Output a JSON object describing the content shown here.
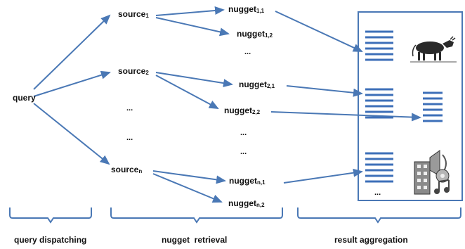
{
  "nodes": {
    "query": "query",
    "source1": {
      "base": "source",
      "sub": "1"
    },
    "source2": {
      "base": "source",
      "sub": "2"
    },
    "sourceN": {
      "base": "source",
      "sub": "n"
    },
    "nugget11": {
      "base": "nugget",
      "sub": "1,1"
    },
    "nugget12": {
      "base": "nugget",
      "sub": "1,2"
    },
    "nugget21": {
      "base": "nugget",
      "sub": "2,1"
    },
    "nugget22": {
      "base": "nugget",
      "sub": "2,2"
    },
    "nuggetN1": {
      "base": "nugget",
      "sub": "n,1"
    },
    "nuggetN2": {
      "base": "nugget",
      "sub": "n,2"
    }
  },
  "ellipsis": "...",
  "phases": {
    "dispatching": "query dispatching",
    "retrieval": "nugget  retrieval",
    "aggregation": "result aggregation"
  },
  "colors": {
    "arrow": "#4a78b5",
    "text": "#111111"
  },
  "icons": [
    "cow-icon",
    "multimedia-icon",
    "text-lines-icon"
  ]
}
